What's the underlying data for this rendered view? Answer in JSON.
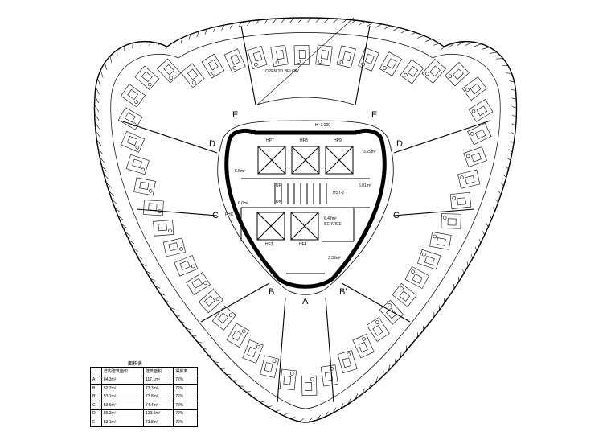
{
  "plan": {
    "unit_letters": {
      "a": "A",
      "b_left": "B",
      "b_right": "B'",
      "c_left": "C",
      "c_right": "C",
      "d_left": "D",
      "d_right": "D",
      "e_left": "E",
      "e_right": "E"
    },
    "core_labels": {
      "hp_top": [
        "HP7",
        "HP8",
        "HP9"
      ],
      "hp_bottom": [
        "HF3",
        "HF4"
      ],
      "room_left": "5.5m²",
      "room_right": "3.29m²",
      "area_left": "6.0m²",
      "area_right": "6.01m²",
      "service": "SERVICE",
      "shaft": "HST-2",
      "area_small": "3.39m²",
      "area_mid": "6.47m²",
      "fire": "FHC",
      "up": "UP",
      "dn": "DN"
    },
    "void_label": "OPEN TO BELOW",
    "level_mark": "H+3.200"
  },
  "area_table": {
    "title": "面积表",
    "headers": [
      "",
      "套内建筑面积",
      "建筑面积",
      "得房率"
    ],
    "rows": [
      [
        "A",
        "84.3m²",
        "117.1m²",
        "72%"
      ],
      [
        "B",
        "52.7m²",
        "73.3m²",
        "72%"
      ],
      [
        "B'",
        "53.1m²",
        "73.8m²",
        "72%"
      ],
      [
        "C",
        "53.6m²",
        "74.4m²",
        "72%"
      ],
      [
        "D",
        "89.2m²",
        "123.9m²",
        "72%"
      ],
      [
        "E",
        "53.1m²",
        "73.8m²",
        "72%"
      ]
    ]
  }
}
